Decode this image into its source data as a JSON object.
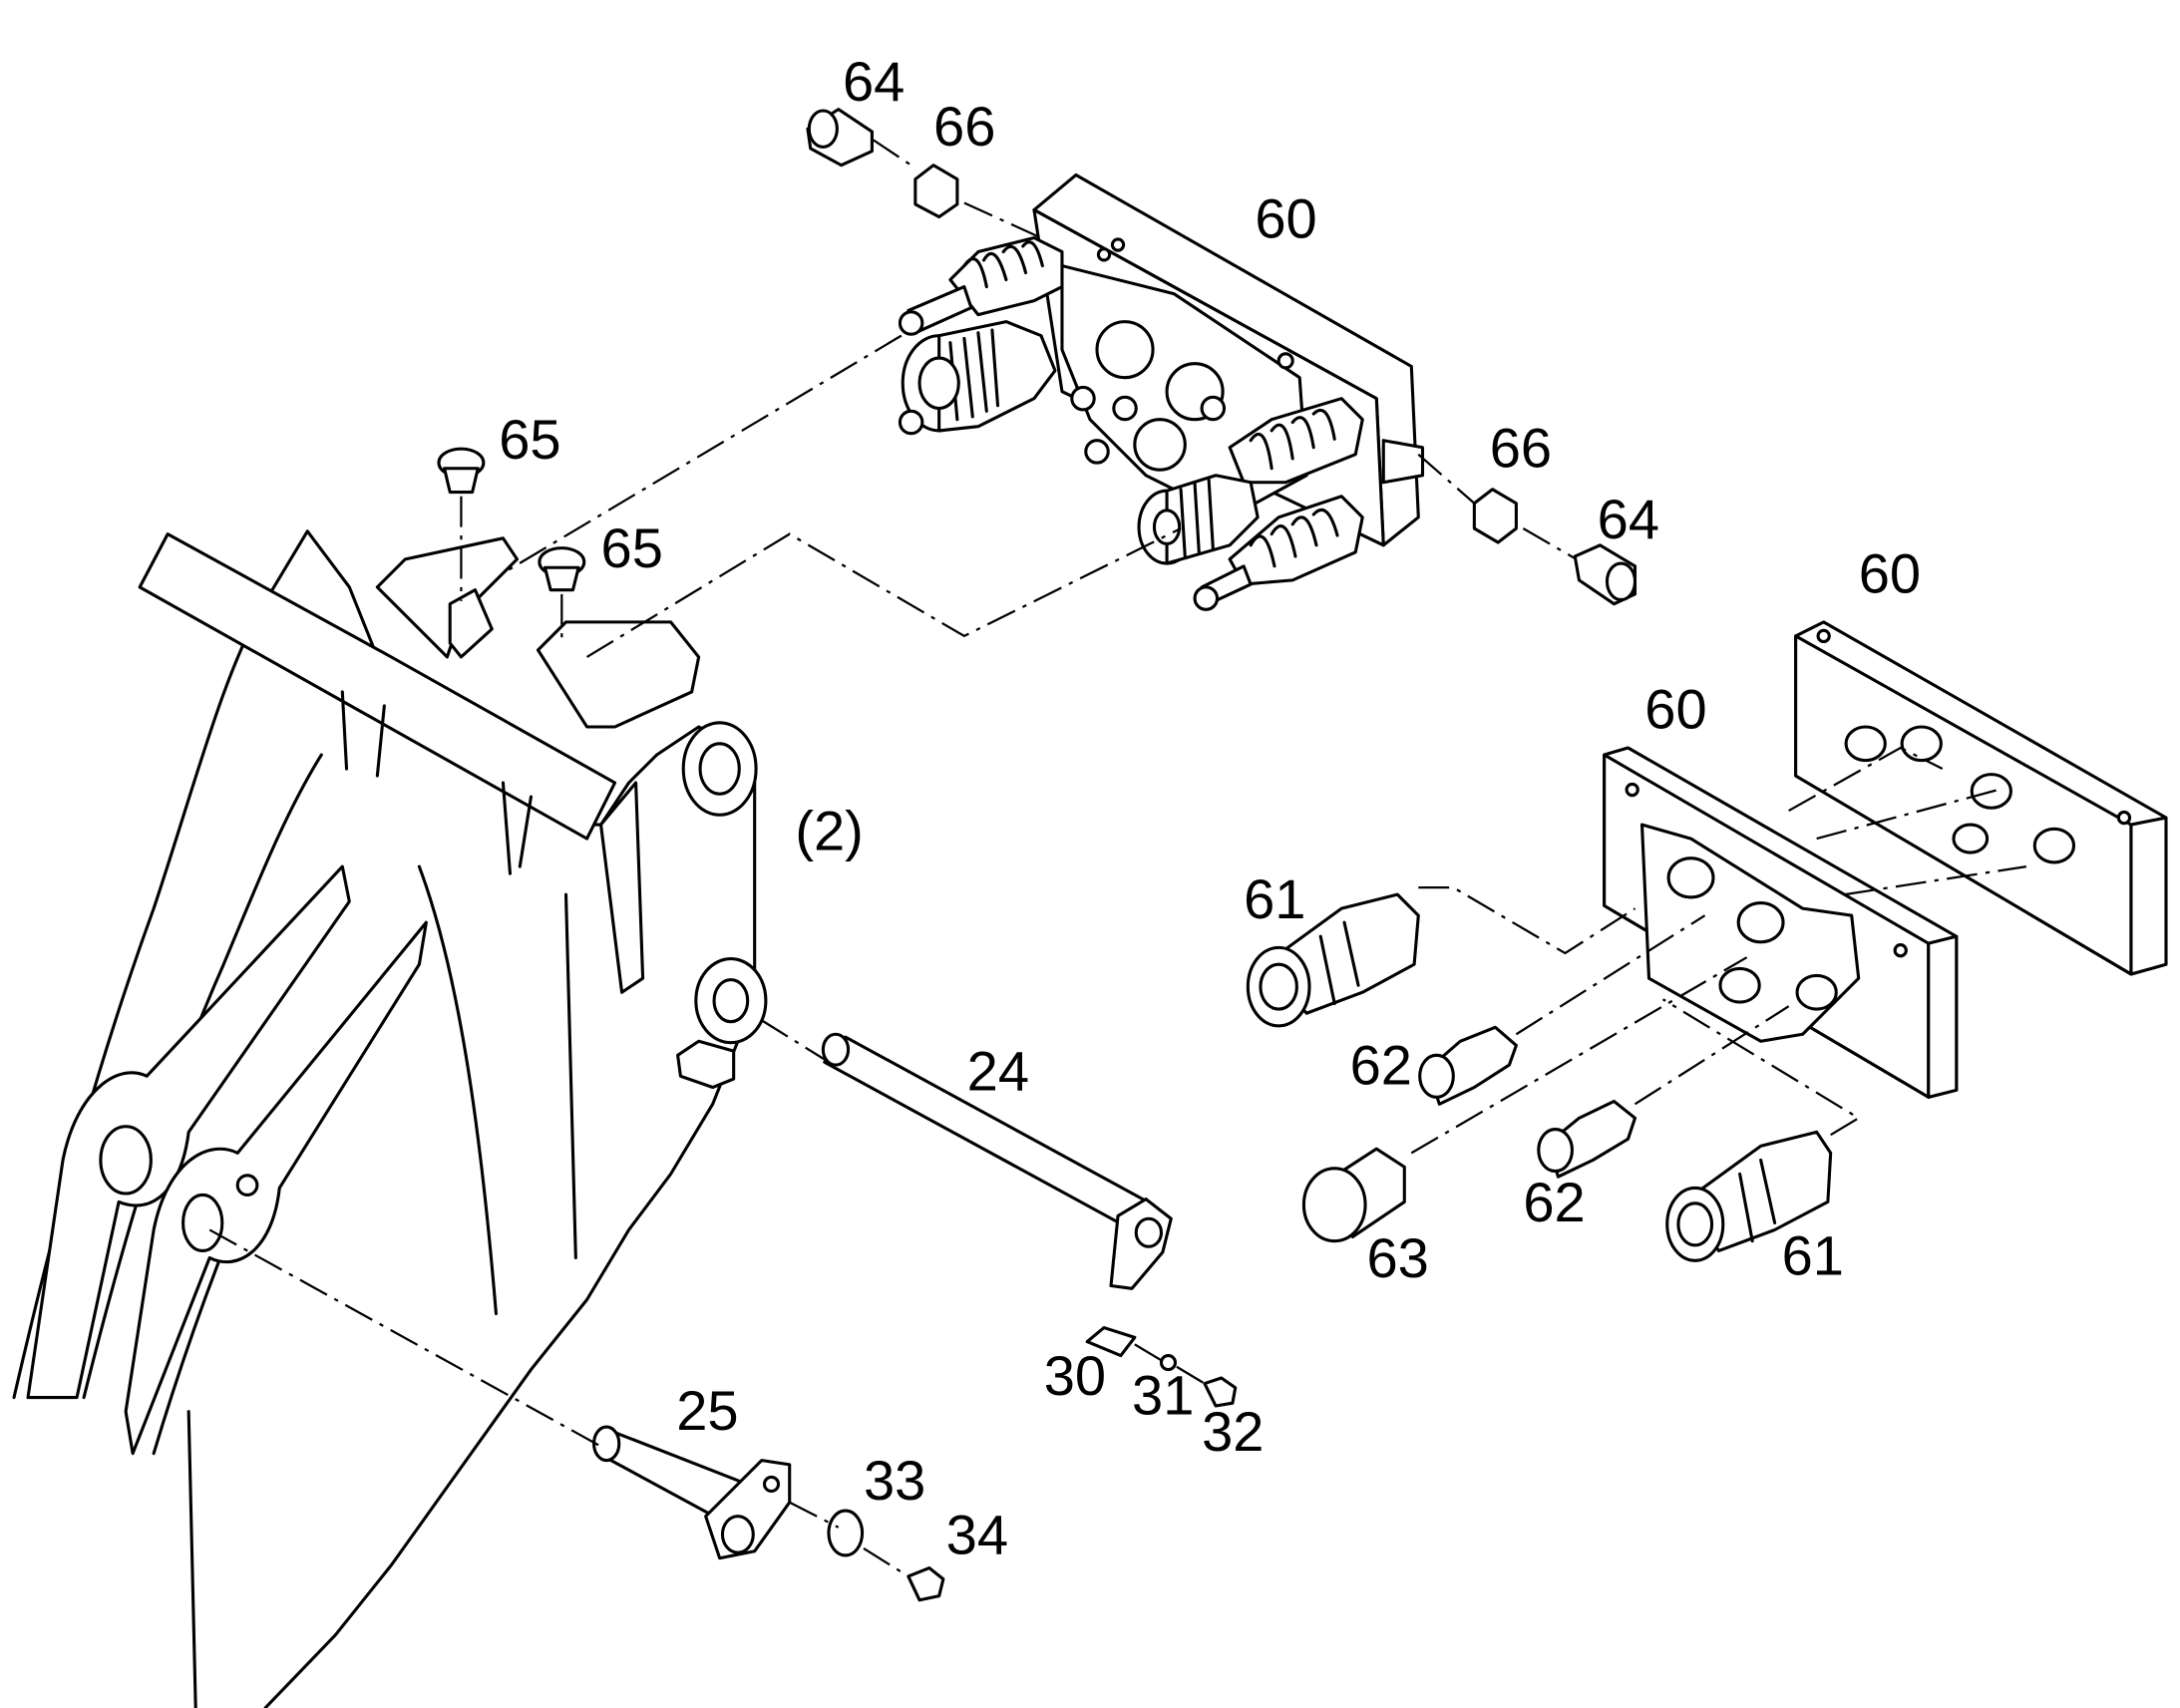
{
  "callouts": {
    "c64a": "64",
    "c66a": "66",
    "c60a": "60",
    "c65a": "65",
    "c65b": "65",
    "c66b": "66",
    "c64b": "64",
    "c60b": "60",
    "c60c": "60",
    "c2": "(2)",
    "c61a": "61",
    "c62a": "62",
    "c24": "24",
    "c62b": "62",
    "c63": "63",
    "c61b": "61",
    "c30": "30",
    "c31": "31",
    "c32": "32",
    "c25": "25",
    "c33": "33",
    "c34": "34"
  }
}
